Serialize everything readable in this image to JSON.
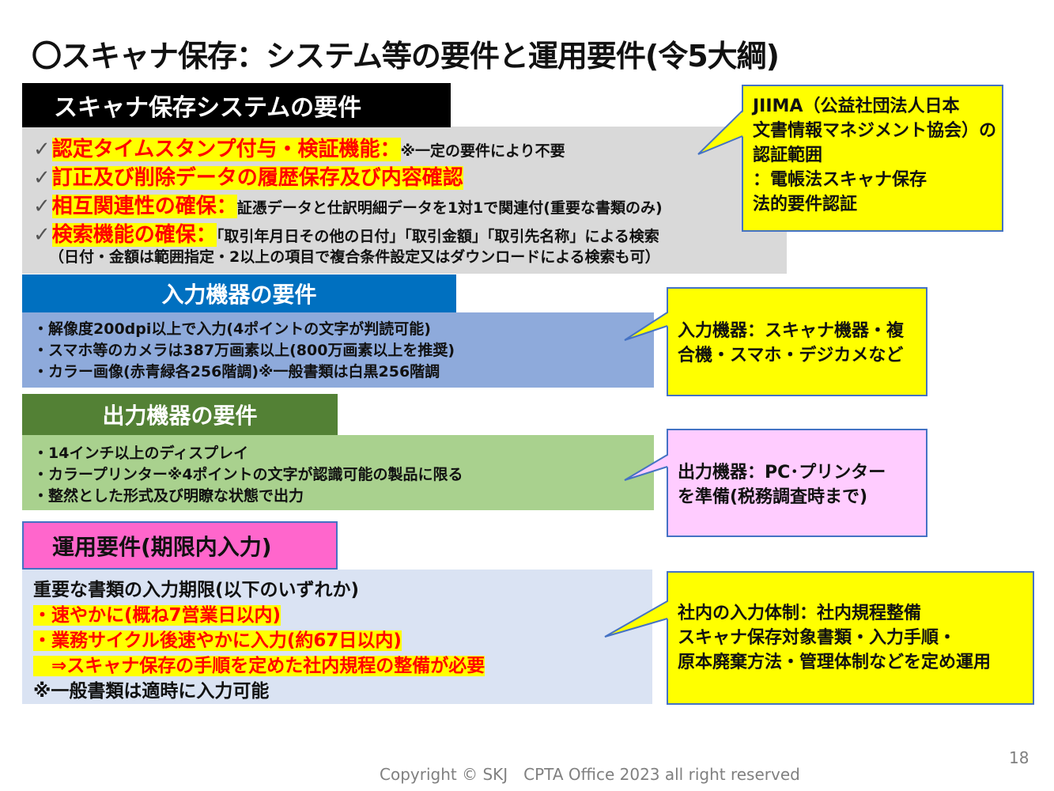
{
  "title": "〇スキャナ保存：システム等の要件と運用要件(令5大綱)",
  "system": {
    "header": "スキャナ保存システムの要件",
    "items": [
      {
        "check": "✓",
        "label": "認定タイムスタンプ付与・検証機能：",
        "note": "※一定の要件により不要"
      },
      {
        "check": "✓",
        "label": "訂正及び削除データの履歴保存及び内容確認",
        "note": ""
      },
      {
        "check": "✓",
        "label": "相互関連性の確保：",
        "note": "証憑データと仕訳明細データを1対1で関連付(重要な書類のみ)"
      },
      {
        "check": "✓",
        "label": "検索機能の確保：",
        "note": "「取引年月日その他の日付」「取引金額」「取引先名称」による検索"
      }
    ],
    "footnote": "（日付・金額は範囲指定・2以上の項目で複合条件設定又はダウンロードによる検索も可）"
  },
  "jiima": {
    "lines": [
      "JIIMA（公益社団法人日本",
      "文書情報マネジメント協会）の",
      "認証範囲",
      "：電帳法スキャナ保存",
      "法的要件認証"
    ]
  },
  "input": {
    "header": "入力機器の要件",
    "lines": [
      "・解像度200dpi以上で入力(4ポイントの文字が判読可能)",
      "・スマホ等のカメラは387万画素以上(800万画素以上を推奨)",
      "・カラー画像(赤青緑各256階調)※一般書類は白黒256階調"
    ],
    "callout": [
      "入力機器：スキャナ機器・複",
      "合機・スマホ・デジカメなど"
    ]
  },
  "output": {
    "header": "出力機器の要件",
    "lines": [
      "・14インチ以上のディスプレイ",
      "・カラープリンター※4ポイントの文字が認識可能の製品に限る",
      "・整然とした形式及び明瞭な状態で出力"
    ],
    "callout": [
      "出力機器：PC･プリンター",
      "を準備(税務調査時まで)"
    ]
  },
  "operation": {
    "header": "運用要件(期限内入力)",
    "intro": "重要な書類の入力期限(以下のいずれか)",
    "highlights": [
      "・速やかに(概ね7営業日以内)",
      "・業務サイクル後速やかに入力(約67日以内)",
      "　⇒スキャナ保存の手順を定めた社内規程の整備が必要"
    ],
    "note": "※一般書類は適時に入力可能",
    "callout": [
      "社内の入力体制：社内規程整備",
      "スキャナ保存対象書類・入力手順・",
      "原本廃棄方法・管理体制などを定め運用"
    ]
  },
  "footer": {
    "copyright": "Copyright © SKJ　CPTA Office 2023 all right reserved",
    "page": "18"
  },
  "colors": {
    "black_header": "#000000",
    "gray_body": "#d9d9d9",
    "blue_header": "#0070c0",
    "blue_body": "#8eaadb",
    "green_header": "#538135",
    "green_body": "#a9d18e",
    "pink_header": "#ff66cc",
    "pink_callout": "#ffccff",
    "light_body": "#dae3f3",
    "yellow": "#ffff00",
    "red": "#ff0000"
  }
}
